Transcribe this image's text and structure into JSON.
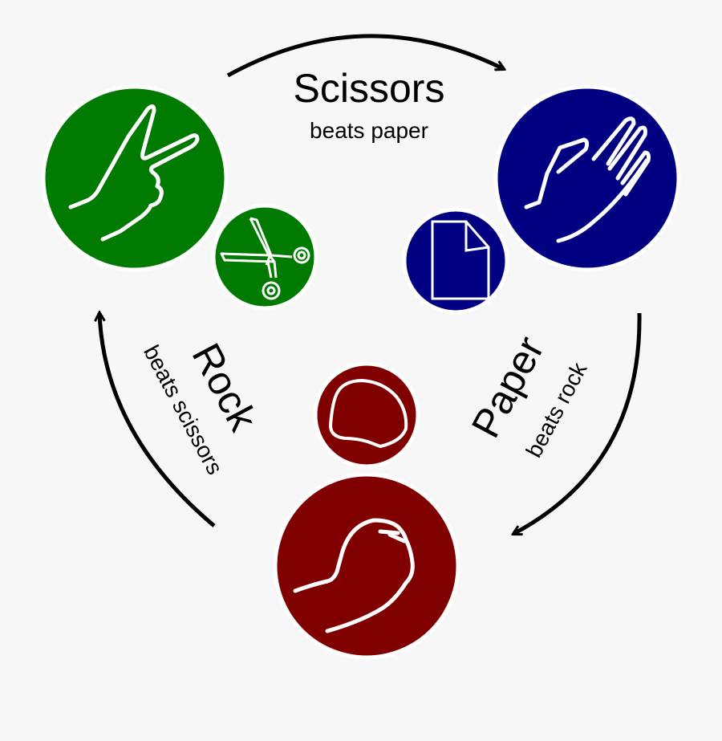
{
  "colors": {
    "background": "#f7f7f7",
    "scissors": "#007a00",
    "paper": "#000080",
    "rock": "#800000",
    "icon_stroke": "#ffffff",
    "arrow": "#000000"
  },
  "labels": {
    "scissors": {
      "title": "Scissors",
      "subtitle": "beats paper"
    },
    "paper": {
      "title": "Paper",
      "subtitle": "beats rock"
    },
    "rock": {
      "title": "Rock",
      "subtitle": "beats scissors"
    }
  },
  "nodes": [
    {
      "id": "scissors",
      "hand_icon": "victory-hand-icon",
      "object_icon": "scissors-icon"
    },
    {
      "id": "paper",
      "hand_icon": "open-hand-icon",
      "object_icon": "paper-sheet-icon"
    },
    {
      "id": "rock",
      "hand_icon": "fist-icon",
      "object_icon": "rock-stone-icon"
    }
  ],
  "arrows": [
    {
      "from": "scissors",
      "to": "paper"
    },
    {
      "from": "paper",
      "to": "rock"
    },
    {
      "from": "rock",
      "to": "scissors"
    }
  ]
}
